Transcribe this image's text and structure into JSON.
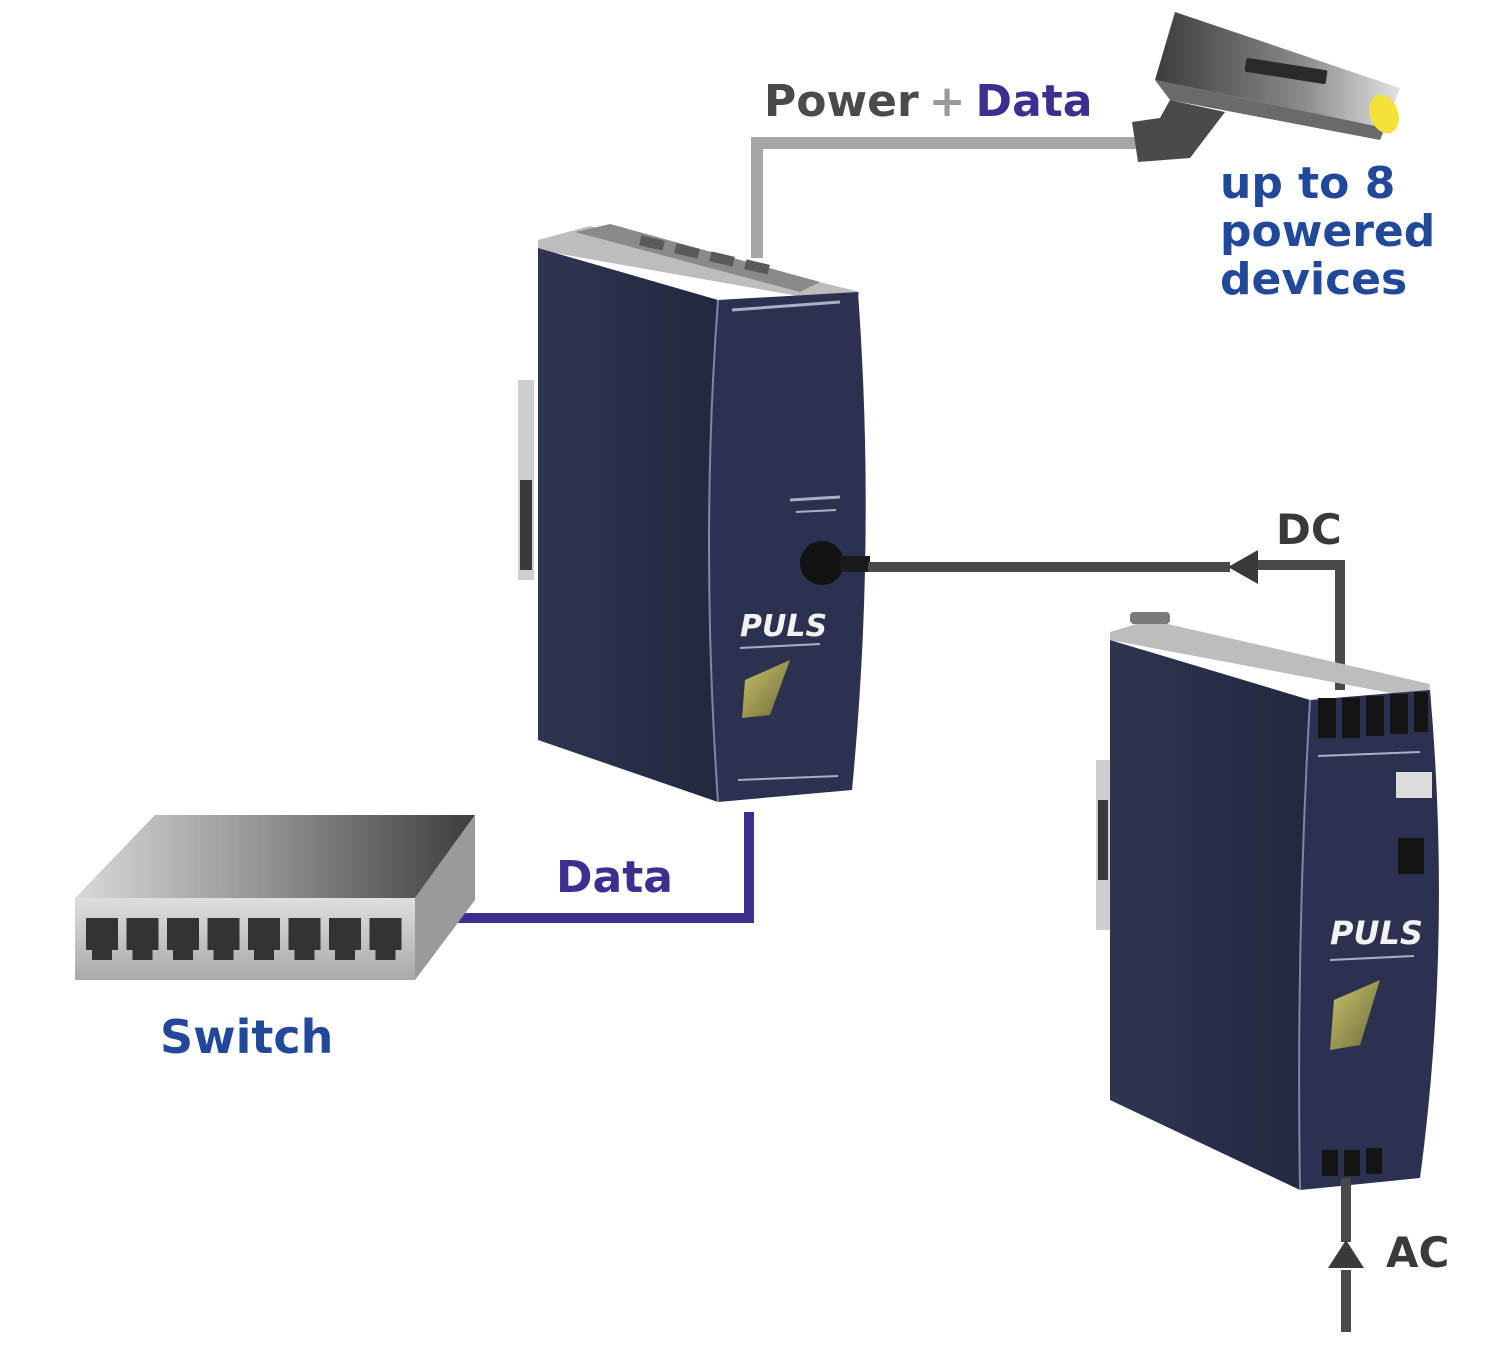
{
  "labels": {
    "power": "Power",
    "plus": "+",
    "data_top": "Data",
    "devices_line1": "up to 8",
    "devices_line2": "powered",
    "devices_line3": "devices",
    "dc": "DC",
    "data_mid": "Data",
    "switch": "Switch",
    "ac": "AC"
  },
  "brand": {
    "poe_injector_logo": "PULS",
    "power_supply_logo": "PULS"
  },
  "colors": {
    "power_data_cable": "#a6a6a6",
    "data_cable": "#3b2f8f",
    "dc_ac_cable": "#4a4a4a",
    "device_body": "#2b3048",
    "label_blue": "#22489a",
    "label_purple": "#3b2f8f",
    "label_gray": "#4a4a4a"
  },
  "devices": {
    "switch_port_count": 8
  }
}
